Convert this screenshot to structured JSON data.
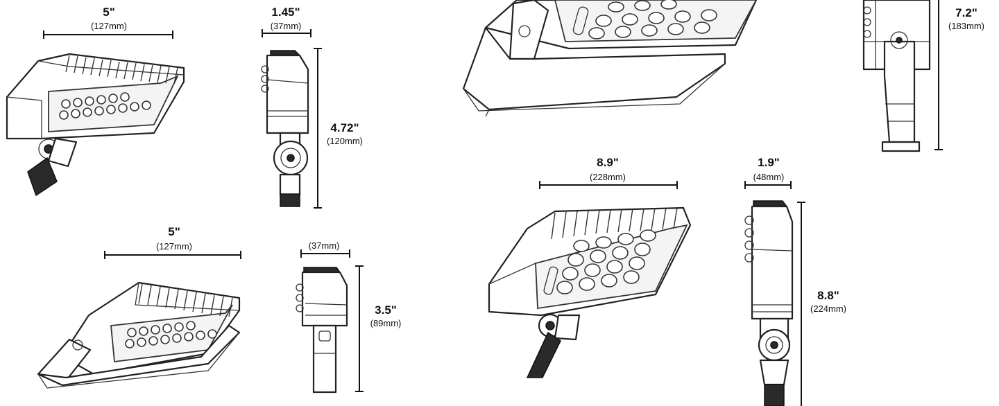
{
  "dimensions": {
    "small_front_width": {
      "value": "5\"",
      "mm": "(127mm)"
    },
    "small_side_depth": {
      "value": "1.45\"",
      "mm": "(37mm)"
    },
    "small_side_height": {
      "value": "4.72\"",
      "mm": "(120mm)"
    },
    "small_trunnion_width": {
      "value": "5\"",
      "mm": "(127mm)"
    },
    "small_trunnion_depth": {
      "mm": "(37mm)"
    },
    "small_trunnion_height": {
      "value": "3.5\"",
      "mm": "(89mm)"
    },
    "large_trunnion_height": {
      "value": "7.2\"",
      "mm": "(183mm)"
    },
    "large_front_width": {
      "value": "8.9\"",
      "mm": "(228mm)"
    },
    "large_side_depth": {
      "value": "1.9\"",
      "mm": "(48mm)"
    },
    "large_side_height": {
      "value": "8.8\"",
      "mm": "(224mm)"
    }
  }
}
